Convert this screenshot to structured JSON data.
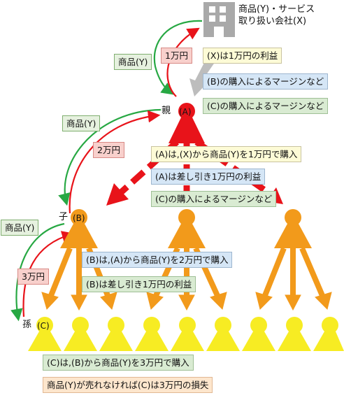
{
  "company": {
    "line1": "商品(Y)・サービス",
    "line2": "取り扱い会社(X)"
  },
  "nodes": {
    "parent_label": "親",
    "parent_badge": "(A)",
    "child_label": "子",
    "child_badge": "(B)",
    "grandchild_label": "孫",
    "grandchild_badge": "(C)"
  },
  "flows": {
    "product_y_top": "商品(Y)",
    "price_1": "1万円",
    "product_y_mid": "商品(Y)",
    "price_2": "2万円",
    "product_y_low": "商品(Y)",
    "price_3": "3万円"
  },
  "notes": {
    "x_profit": "(X)は1万円の利益",
    "b_margin": "(B)の購入によるマージンなど",
    "c_margin_top": "(C)の購入によるマージンなど",
    "a_buys": "(A)は,(X)から商品(Y)を1万円で購入",
    "a_profit": "(A)は差し引き1万円の利益",
    "c_margin_mid": "(C)の購入によるマージンなど",
    "b_buys": "(B)は,(A)から商品(Y)を2万円で購入",
    "b_profit": "(B)は差し引き1万円の利益",
    "c_buys": "(C)は,(B)から商品(Y)を3万円で購入",
    "c_loss": "商品(Y)が売れなければ(C)は3万円の損失"
  },
  "colors": {
    "red": "#e8131a",
    "orange": "#f29a1b",
    "yellow": "#f7ec23",
    "gray": "#bdbdbd",
    "green_arrow": "#27a843"
  }
}
